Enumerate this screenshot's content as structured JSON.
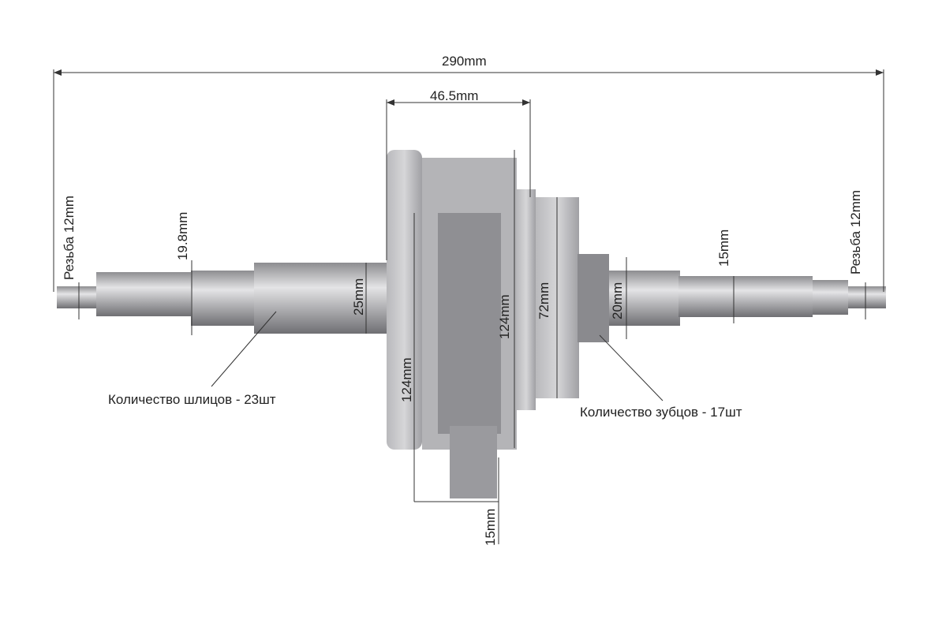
{
  "dimensions": {
    "overall_length": "290mm",
    "flywheel_width": "46.5mm",
    "left_thread": "Резьба 12mm",
    "left_diameter": "19.8mm",
    "bearing_diameter": "25mm",
    "flywheel_diameter_left": "124mm",
    "flywheel_diameter_right": "124mm",
    "right_disc_diameter": "72mm",
    "gear_shaft_diameter": "20mm",
    "right_shaft_diameter": "15mm",
    "right_thread": "Резьба 12mm",
    "conrod_width": "15mm"
  },
  "callouts": {
    "splines": "Количество шлицов - 23шт",
    "teeth": "Количество зубцов - 17шт"
  },
  "colors": {
    "metal": "#a9a9ab",
    "metal_dark": "#7c7c80",
    "metal_light": "#d2d2d4",
    "line": "#333333"
  }
}
